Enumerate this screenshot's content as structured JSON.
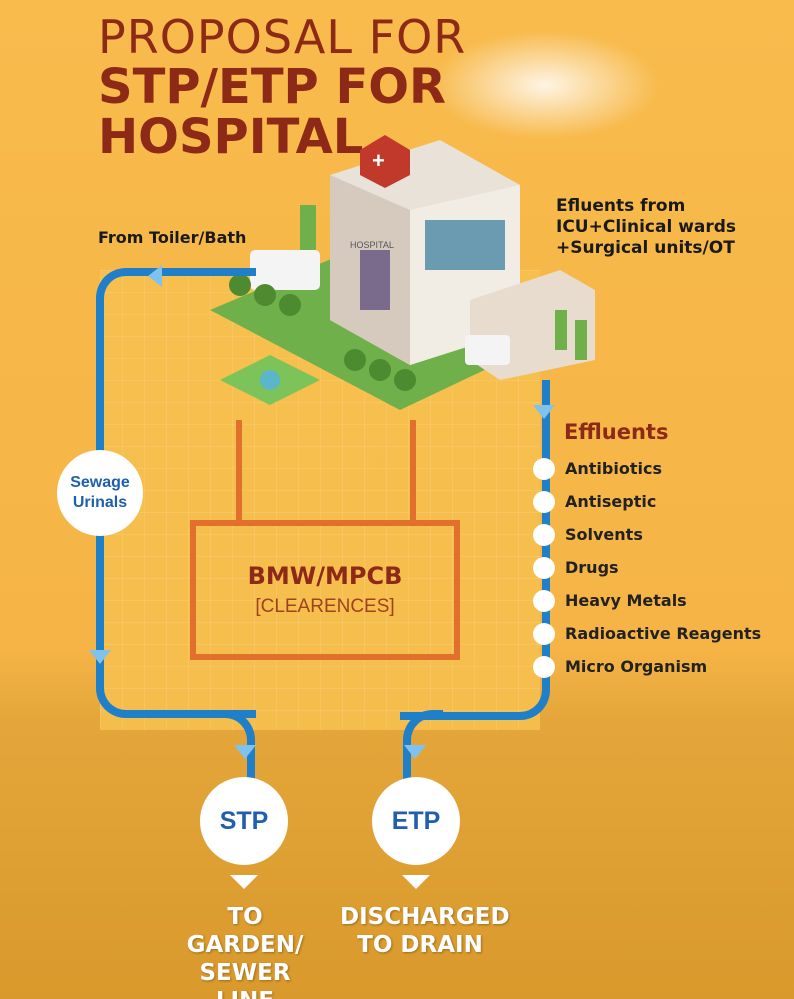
{
  "title": {
    "line1": "PROPOSAL FOR",
    "line2": "STP/ETP FOR",
    "line3": "HOSPITAL"
  },
  "labels": {
    "toilet": "From Toiler/Bath",
    "efluents": [
      "Efluents from",
      "ICU+Clinical wards",
      "+Surgical units/OT"
    ],
    "hospital_sign": "HOSPITAL"
  },
  "sewage": {
    "line1": "Sewage",
    "line2": "Urinals"
  },
  "box": {
    "title": "BMW/MPCB",
    "subtitle": "[CLEARENCES]"
  },
  "effluents": {
    "heading": "Effluents",
    "items": [
      "Antibiotics",
      "Antiseptic",
      "Solvents",
      "Drugs",
      "Heavy Metals",
      "Radioactive Reagents",
      "Micro Organism"
    ]
  },
  "plants": [
    {
      "name": "STP",
      "dest": [
        "TO GARDEN/",
        "SEWER LINE"
      ]
    },
    {
      "name": "ETP",
      "dest": [
        "DISCHARGED",
        "TO DRAIN"
      ]
    }
  ],
  "colors": {
    "title": "#8c2a17",
    "pipe": "#1f7fc8",
    "box": "#e0702c",
    "background": "#f7b84a"
  }
}
